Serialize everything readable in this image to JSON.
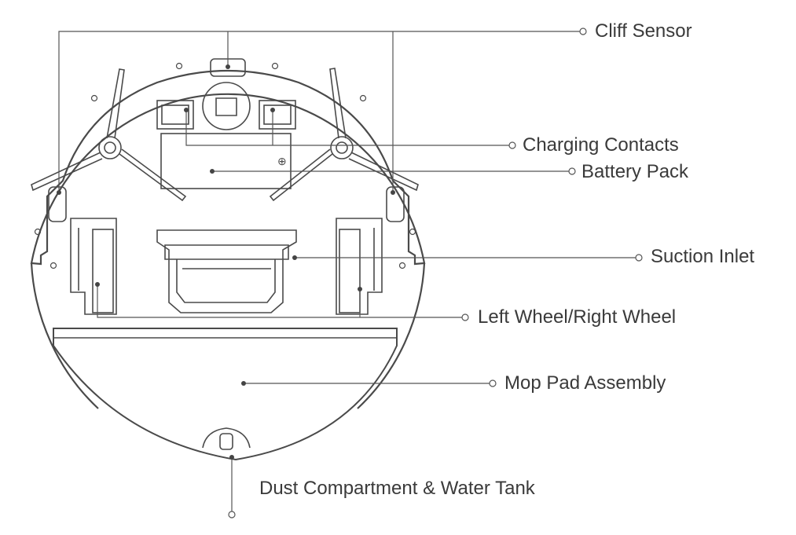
{
  "title": "Robot vacuum bottom view",
  "labels": {
    "cliff_sensor": "Cliff Sensor",
    "charging_contacts": "Charging Contacts",
    "battery_pack": "Battery Pack",
    "suction_inlet": "Suction Inlet",
    "wheels": "Left Wheel/Right Wheel",
    "mop_pad": "Mop Pad Assembly",
    "dust_tank": "Dust Compartment & Water Tank"
  },
  "symbols": {
    "battery_plus": "⊕"
  },
  "colors": {
    "line": "#4a4a4a",
    "text": "#3a3a3a"
  }
}
